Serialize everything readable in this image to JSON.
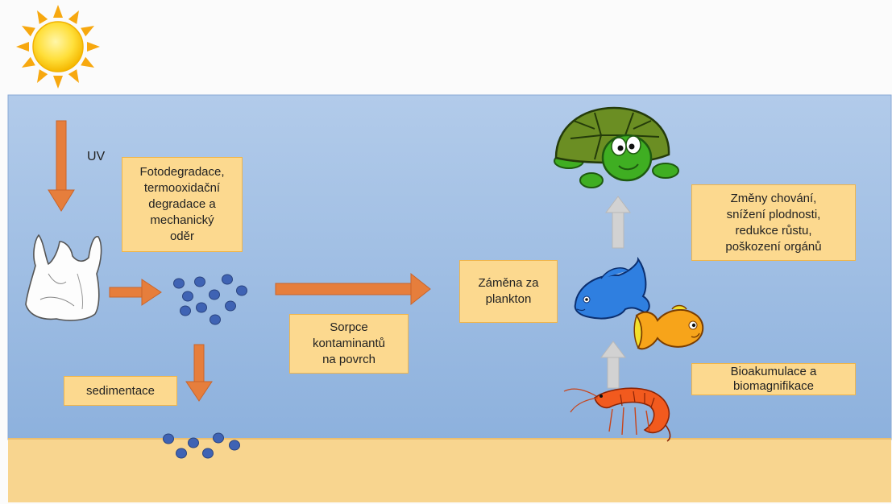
{
  "uv_label": "UV",
  "boxes": {
    "degradation": "Fotodegradace,\ntermooxidační\ndegradace a\nmechanický\noděr",
    "sedimentation": "sedimentace",
    "sorption": "Sorpce\nkontaminantů\nna povrch",
    "plankton": "Záměna za\nplankton",
    "effects": "Změny chování,\nsnížení plodnosti,\nredukce růstu,\npoškození orgánů",
    "bioaccumulation": "Bioakumulace a\nbiomagnifikace"
  },
  "colors": {
    "water_top": "#aac4e6",
    "water_bottom": "#8fb3de",
    "sand": "#f8d58f",
    "box_fill": "#fcd98f",
    "box_border": "#f0b54a",
    "arrow_orange": "#e67e3c",
    "arrow_gray": "#c9c9c9",
    "particle": "#3f63b4",
    "sun": "#ffd31a"
  },
  "icons": [
    "sun-icon",
    "plastic-bag-icon",
    "turtle-icon",
    "blue-fish-icon",
    "orange-fish-icon",
    "shrimp-icon"
  ]
}
